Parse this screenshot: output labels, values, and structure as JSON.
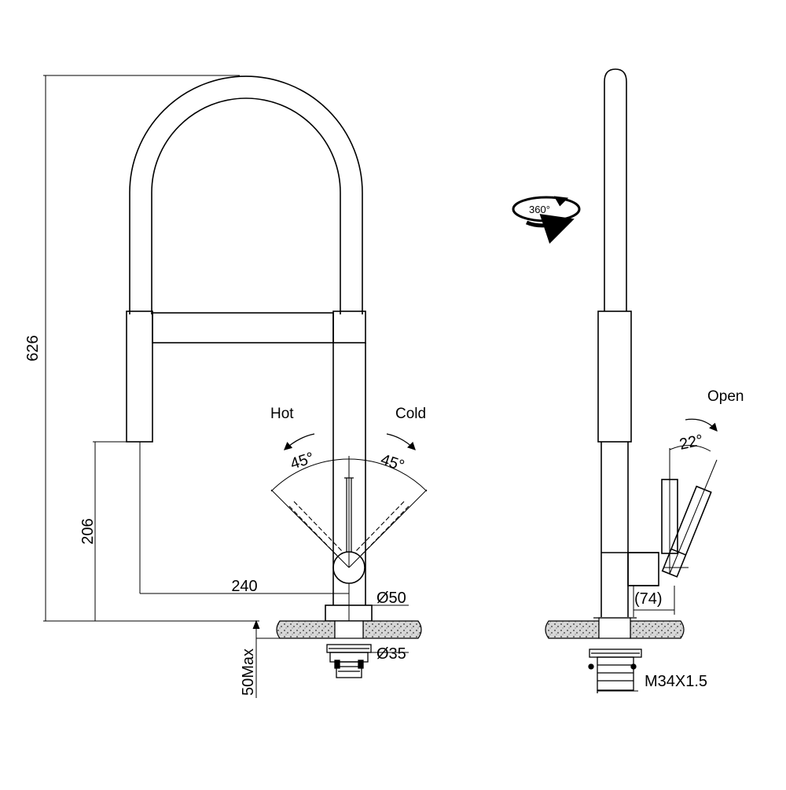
{
  "front_view": {
    "height_total": "626",
    "height_spout": "206",
    "reach": "240",
    "base_diameter": "Ø50",
    "shank_diameter": "Ø35",
    "max_thickness": "50Max",
    "hot_label": "Hot",
    "cold_label": "Cold",
    "hot_angle": "45°",
    "cold_angle": "45°"
  },
  "side_view": {
    "rotation": "360°",
    "open_label": "Open",
    "open_angle": "22°",
    "lever_offset": "(74)",
    "thread": "M34X1.5"
  },
  "colors": {
    "line": "#000000",
    "countertop_fill": "#b8b8b8",
    "background": "#ffffff"
  }
}
